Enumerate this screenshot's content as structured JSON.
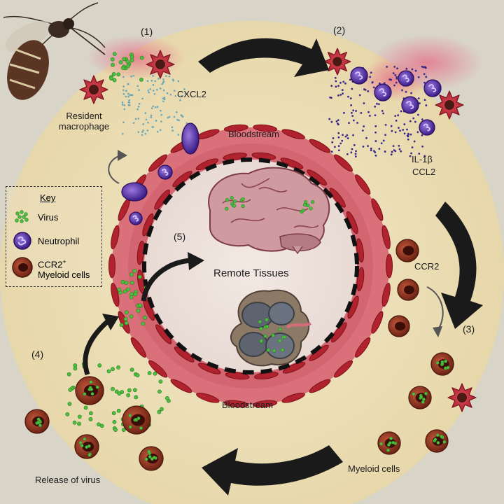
{
  "steps": {
    "s1": "(1)",
    "s2": "(2)",
    "s3": "(3)",
    "s4": "(4)",
    "s5": "(5)"
  },
  "labels": {
    "resident_line1": "Resident",
    "resident_line2": "macrophage",
    "cxcl2": "CXCL2",
    "il1b": "IL-1β",
    "ccl2": "CCL2",
    "ccr2": "CCR2",
    "bloodstream_top": "Bloodstream",
    "bloodstream_bottom": "Bloodstream",
    "remote_tissues": "Remote Tissues",
    "myeloid_cells": "Myeloid cells",
    "release_of_virus": "Release of  virus"
  },
  "key": {
    "title": "Key",
    "virus": "Virus",
    "neutrophil": "Neutrophil",
    "ccr2_myeloid_line1_base": "CCR2",
    "ccr2_myeloid_line1_sup": "+",
    "ccr2_myeloid_line2": "Myeloid cells"
  },
  "colors": {
    "skin": "#ecdfb8",
    "vessel": "#d9707a",
    "endothelial": "#b0222d",
    "virus": "#4bbf3e",
    "neutrophil": "#5a2ea6",
    "macrophage": "#c8333f",
    "myeloid": "#9e3a22",
    "arrow": "#1a1a1a"
  }
}
